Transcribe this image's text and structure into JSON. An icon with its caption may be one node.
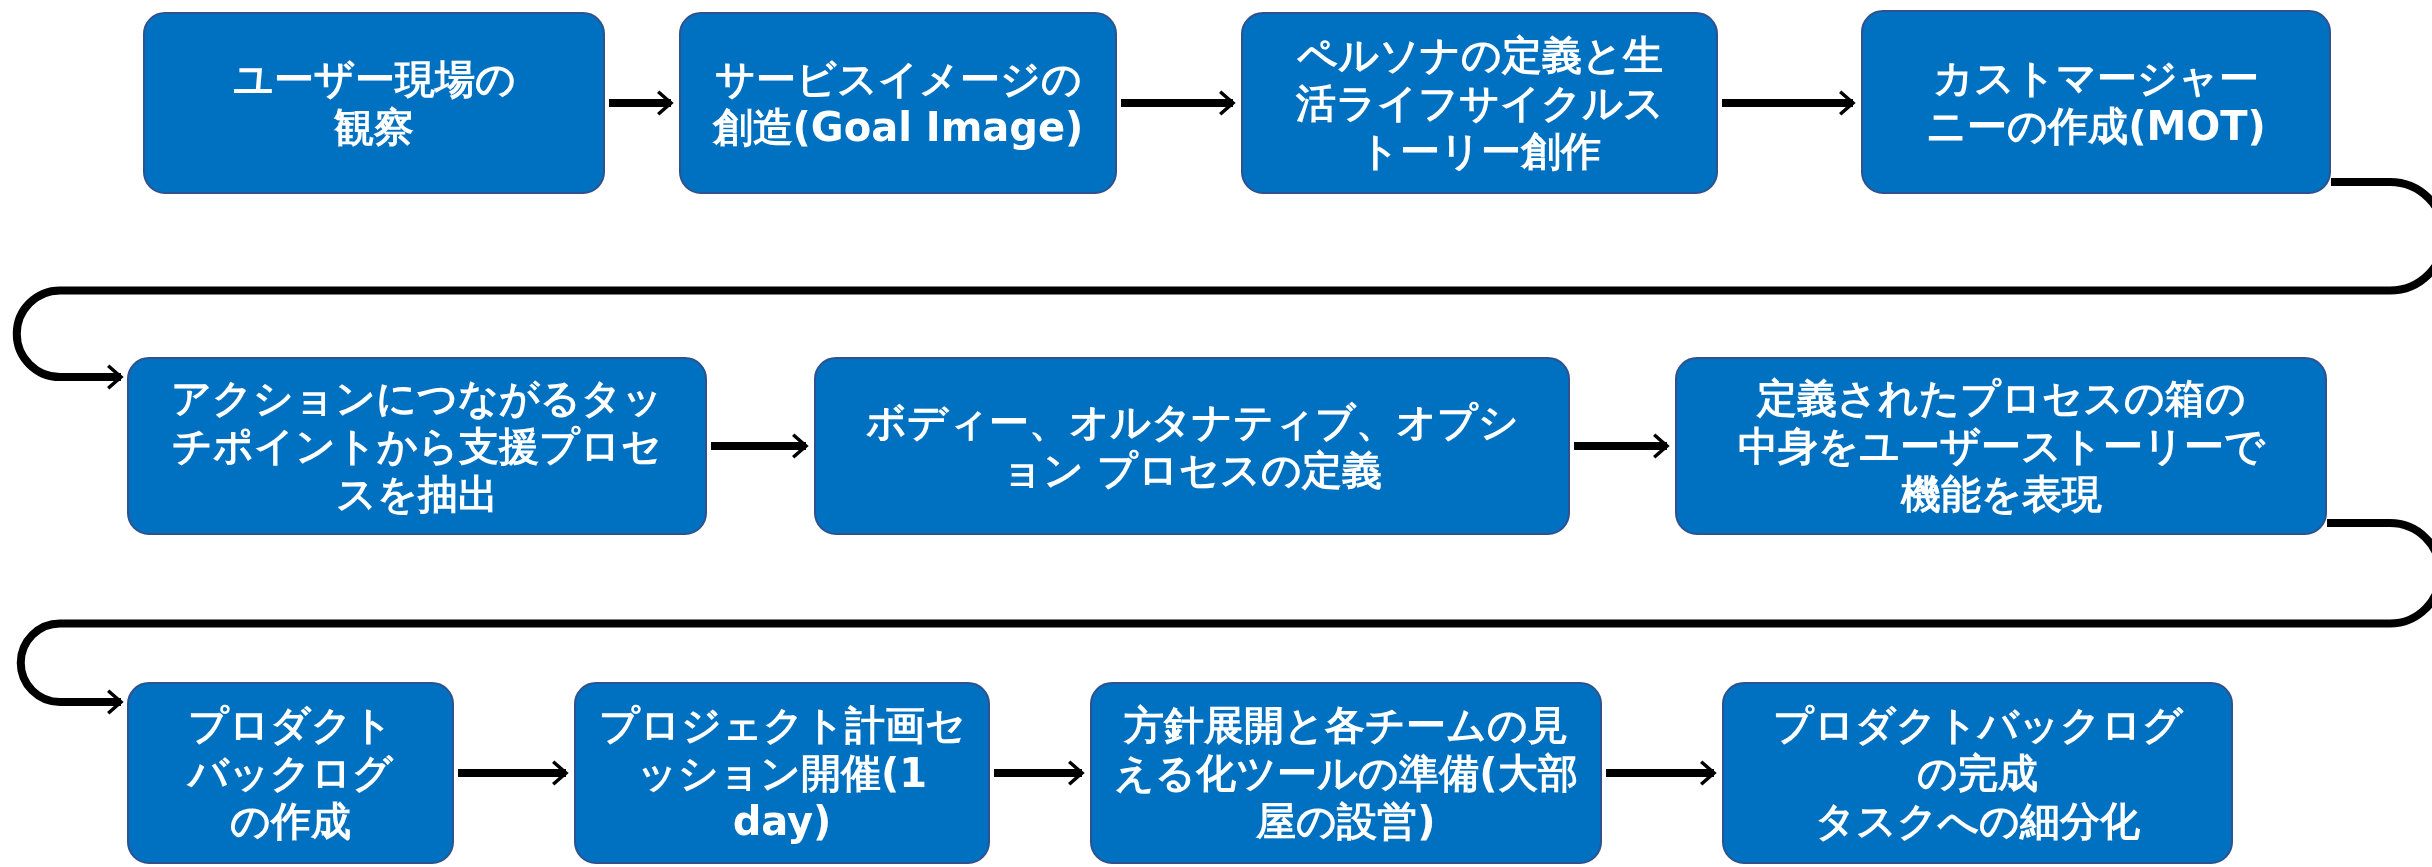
{
  "diagram": {
    "nodes": [
      {
        "text": [
          "ユーザー現場の観察"
        ]
      },
      {
        "text": [
          "サービスイメージの創造(Goal Image)"
        ]
      },
      {
        "text": [
          "ペルソナの定義と生活ライフサイクルストーリー創作"
        ]
      },
      {
        "text": [
          "カストマージャーニーの作成(MOT)"
        ]
      },
      {
        "text": [
          "アクションにつながるタッチポイントから支援プロセスを抽出"
        ]
      },
      {
        "text": [
          "ボディー、オルタナティブ、オプション プロセスの定義"
        ]
      },
      {
        "text": [
          "定義されたプロセスの箱の中身をユーザーストーリーで機能を表現"
        ]
      },
      {
        "text": [
          "プロダクトバックログの作成"
        ]
      },
      {
        "text": [
          "プロジェクト計画セッション開催(1 day)"
        ]
      },
      {
        "text": [
          "方針展開と各チームの見える化ツールの準備(大部屋の設営)"
        ]
      },
      {
        "text": [
          "プロダクトバックログの完成",
          "タスクへの細分化"
        ]
      }
    ],
    "edges": [
      {
        "from": 0,
        "to": 1,
        "arrow": "to"
      },
      {
        "from": 1,
        "to": 2,
        "arrow": "to"
      },
      {
        "from": 2,
        "to": 3,
        "arrow": "to"
      },
      {
        "from": 3,
        "to": 4,
        "arrow": "to"
      },
      {
        "from": 4,
        "to": 5,
        "arrow": "to"
      },
      {
        "from": 5,
        "to": 6,
        "arrow": "to"
      },
      {
        "from": 6,
        "to": 7,
        "arrow": "to"
      },
      {
        "from": 7,
        "to": 8,
        "arrow": "to"
      },
      {
        "from": 8,
        "to": 9,
        "arrow": "to"
      },
      {
        "from": 9,
        "to": 10,
        "arrow": "to"
      }
    ]
  }
}
